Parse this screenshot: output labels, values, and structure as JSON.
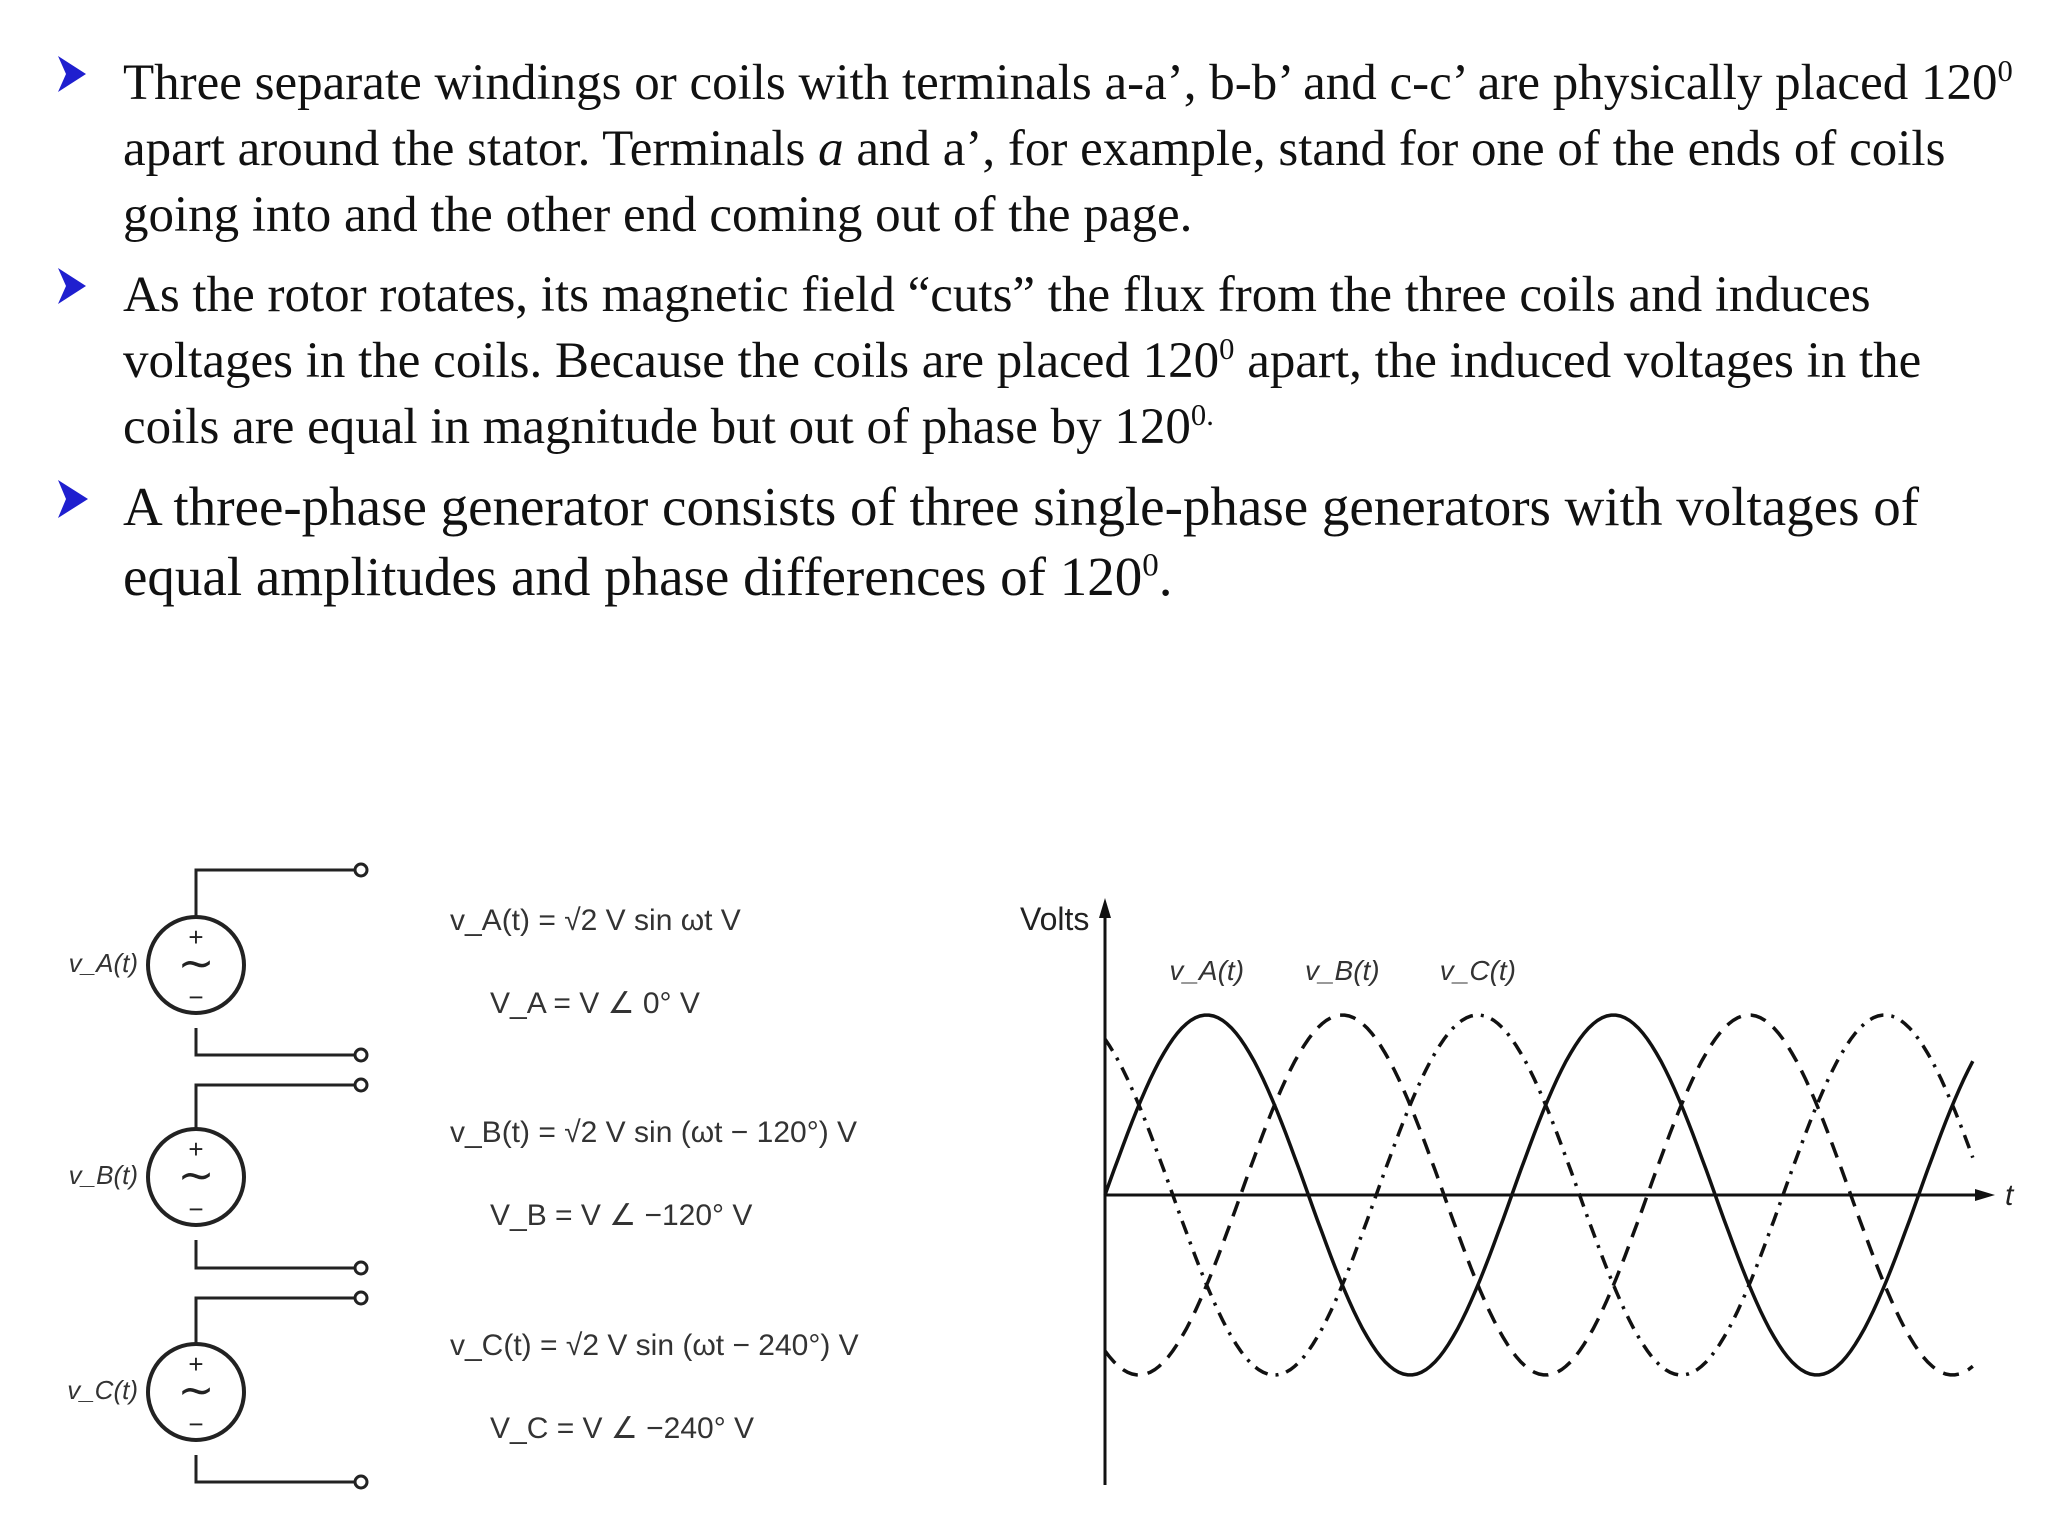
{
  "bullets": [
    {
      "pre": "Three separate windings or coils with terminals a-a’, b-b’ and c-c’ are physically placed 120",
      "sup1": "0",
      "mid1": " apart around the stator. Terminals ",
      "italic": "a",
      "post": " and a’, for example, stand for one of the ends of coils going into and the other end coming out of the page."
    },
    {
      "pre": "As the rotor rotates, its magnetic field “cuts” the flux from the three coils and induces voltages in the coils. Because the coils are placed 120",
      "sup1": "0",
      "mid1": " apart, the induced voltages in the coils are equal in magnitude but out of phase by 120",
      "sup2": "0.",
      "post": ""
    },
    {
      "pre": "A three-phase generator consists of three single-phase generators with voltages of equal amplitudes and phase differences of 120",
      "sup1": "0",
      "post": "."
    }
  ],
  "circuit": {
    "sources": [
      {
        "label": "v_A(t)"
      },
      {
        "label": "v_B(t)"
      },
      {
        "label": "v_C(t)"
      }
    ],
    "plus": "+",
    "minus": "−",
    "tilde": "∼"
  },
  "equations": [
    {
      "time": "v_A(t) = √2 V sin ωt V",
      "phasor": "V_A = V ∠ 0° V"
    },
    {
      "time": "v_B(t) = √2 V sin (ωt − 120°) V",
      "phasor": "V_B = V ∠ −120° V"
    },
    {
      "time": "v_C(t) = √2 V sin (ωt − 240°) V",
      "phasor": "V_C = V ∠ −240° V"
    }
  ],
  "chart_data": {
    "type": "line",
    "ylabel": "Volts",
    "xlabel": "t",
    "series": [
      {
        "name": "v_A(t)",
        "phase_deg": 0,
        "style": "solid"
      },
      {
        "name": "v_B(t)",
        "phase_deg": -120,
        "style": "dashed"
      },
      {
        "name": "v_C(t)",
        "phase_deg": -240,
        "style": "dash-dot"
      }
    ],
    "x_range_deg": [
      0,
      770
    ],
    "amplitude": 1
  }
}
